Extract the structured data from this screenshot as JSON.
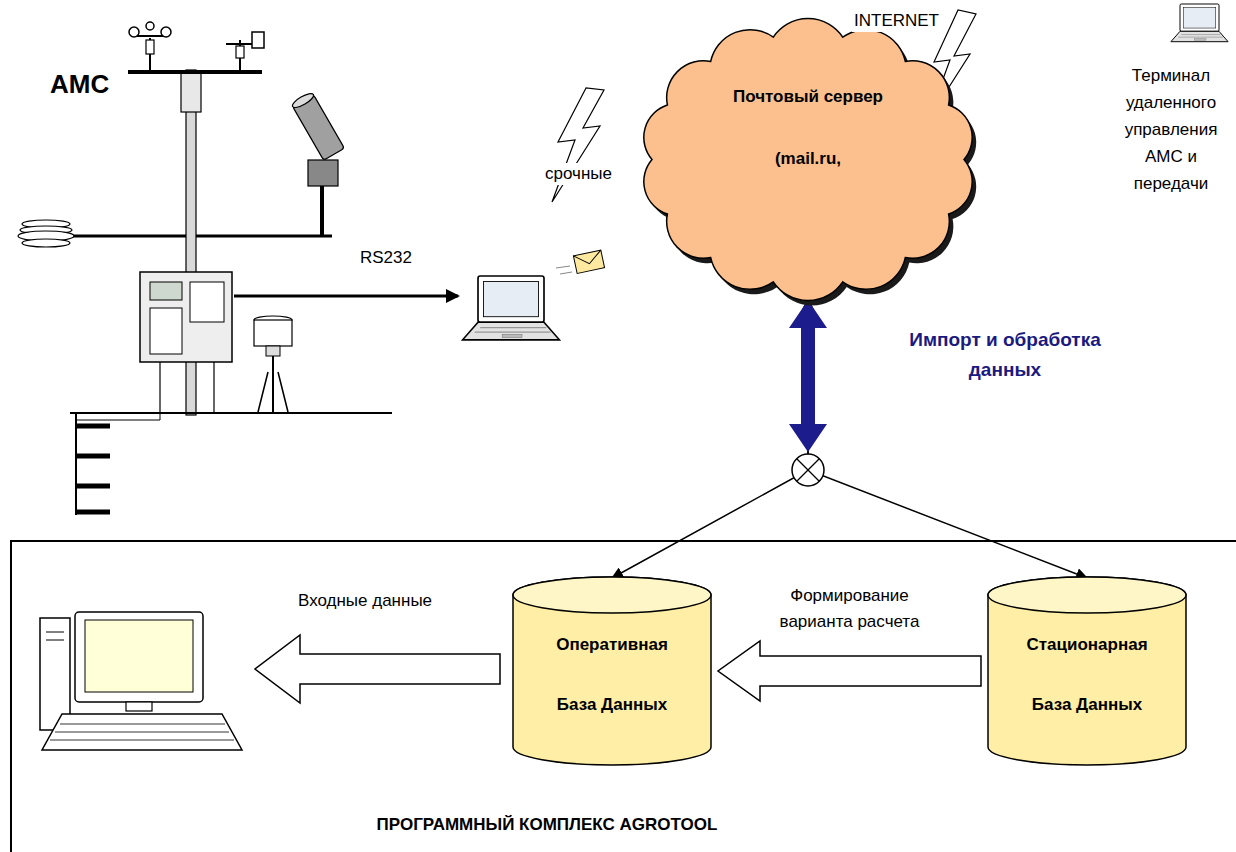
{
  "diagram": {
    "nodes": [
      {
        "text": [
          "Почтовый сервер",
          "(mail.ru,"
        ]
      },
      {
        "text": [
          "ПРОГРАММНЫЙ КОМПЛЕКС AGROTOOL"
        ]
      },
      {
        "text": [
          "Оперативная База Данных"
        ],
        "in": 1
      },
      {
        "text": [
          "Стационарная База Данных"
        ],
        "in": 1
      }
    ],
    "edges": [
      {
        "from": 0,
        "to": 2,
        "arrow": "both",
        "label": "Импорт и обработка данных"
      },
      {
        "from": 0,
        "to": 3,
        "arrow": "both"
      },
      {
        "from": 3,
        "to": 2,
        "arrow": "to",
        "label": "Формирование варианта расчета"
      }
    ],
    "labels": [
      "АМС",
      "RS232",
      "срочные",
      "INTERNET",
      "Терминал удаленного управления АМС и передачи",
      "Входные данные"
    ]
  }
}
